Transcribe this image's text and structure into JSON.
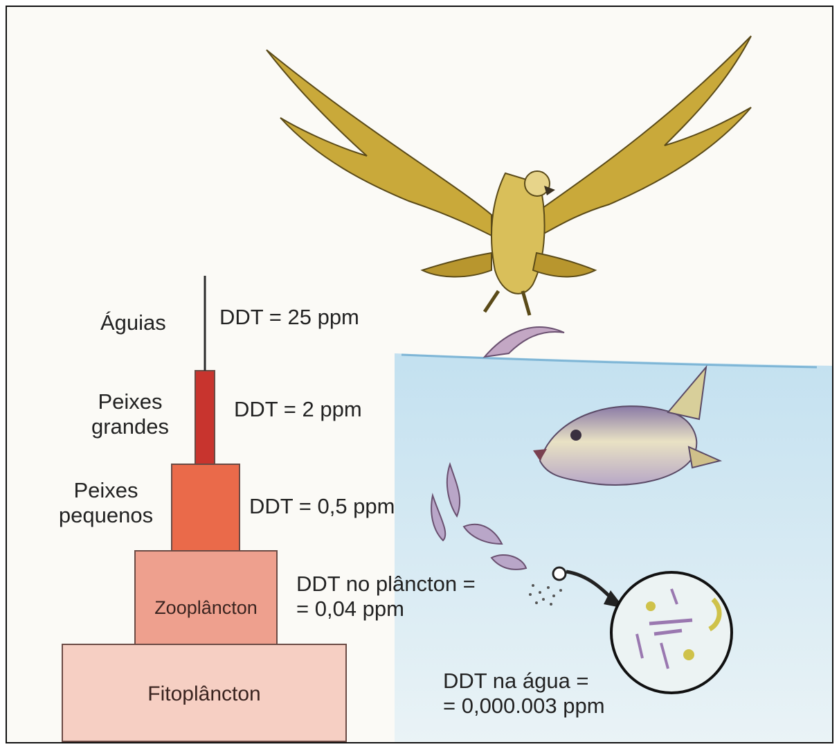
{
  "pyramid": {
    "levels": [
      {
        "name": "Águias",
        "ddt": "DDT = 25 ppm"
      },
      {
        "name_line1": "Peixes",
        "name_line2": "grandes",
        "ddt": "DDT = 2 ppm"
      },
      {
        "name_line1": "Peixes",
        "name_line2": "pequenos",
        "ddt": "DDT = 0,5 ppm"
      },
      {
        "name": "Zooplâncton",
        "ddt_line1": "DDT no plâncton =",
        "ddt_line2": "= 0,04 ppm"
      },
      {
        "name": "Fitoplâncton"
      }
    ]
  },
  "water": {
    "ddt_line1": "DDT na água =",
    "ddt_line2": "= 0,000.003 ppm"
  },
  "colors": {
    "eagle_tier": "#2b2b2b",
    "big_fish_tier": "#c8342e",
    "small_fish_tier": "#ea6a4a",
    "zooplankton_tier": "#eea08e",
    "phytoplankton_tier": "#f6cfc3",
    "water": "#cfe6f3",
    "eagle": "#c9a93a",
    "fish": "#b9a6c8"
  },
  "icons": [
    "eagle-illustration",
    "large-fish-illustration",
    "small-fish-illustration",
    "plankton-magnifier-icon",
    "arrow-icon"
  ]
}
